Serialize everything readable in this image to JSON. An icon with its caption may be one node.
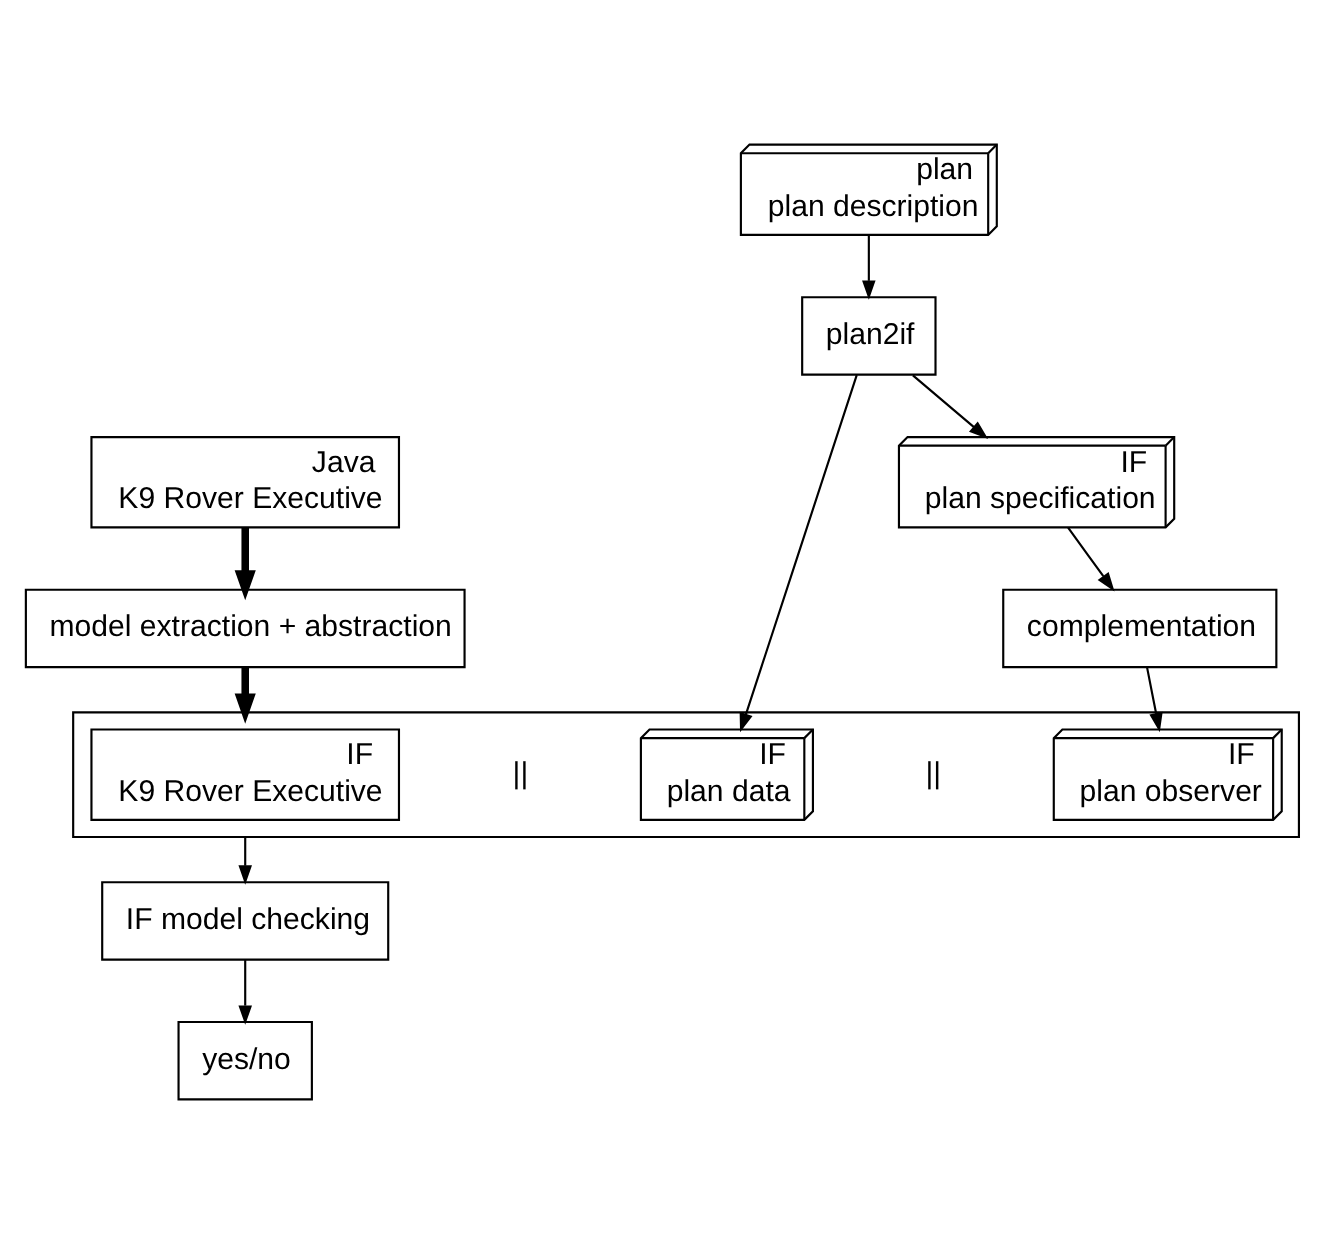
{
  "diagram": {
    "nodes": [
      {
        "text": [
          "Java",
          "K9 Rover Executive"
        ]
      },
      {
        "text": [
          "model extraction + abstraction"
        ]
      },
      {
        "text": [
          "plan",
          "plan description"
        ]
      },
      {
        "text": [
          "plan2if"
        ]
      },
      {
        "text": [
          "IF",
          "plan specification"
        ]
      },
      {
        "text": [
          "complementation"
        ]
      },
      {
        "text": [],
        "shape": "box"
      },
      {
        "text": [
          "IF",
          "K9 Rover Executive"
        ],
        "in": 6
      },
      {
        "text": [
          "IF",
          "plan data"
        ],
        "in": 6
      },
      {
        "text": [
          "IF",
          "plan observer"
        ],
        "in": 6
      },
      {
        "text": [
          "IF model checking"
        ]
      },
      {
        "text": [
          "yes/no"
        ]
      }
    ],
    "edges": [
      {
        "from": 0,
        "to": 1,
        "arrow": "to",
        "style": "thick"
      },
      {
        "from": 1,
        "to": 6,
        "arrow": "to",
        "style": "thick"
      },
      {
        "from": 2,
        "to": 3,
        "arrow": "to"
      },
      {
        "from": 3,
        "to": 4,
        "arrow": "to"
      },
      {
        "from": 3,
        "to": 8,
        "arrow": "to"
      },
      {
        "from": 4,
        "to": 5,
        "arrow": "to"
      },
      {
        "from": 5,
        "to": 9,
        "arrow": "to"
      },
      {
        "from": 6,
        "to": 10,
        "arrow": "to"
      },
      {
        "from": 10,
        "to": 11,
        "arrow": "to"
      }
    ],
    "labels": [
      "||",
      "||"
    ]
  }
}
